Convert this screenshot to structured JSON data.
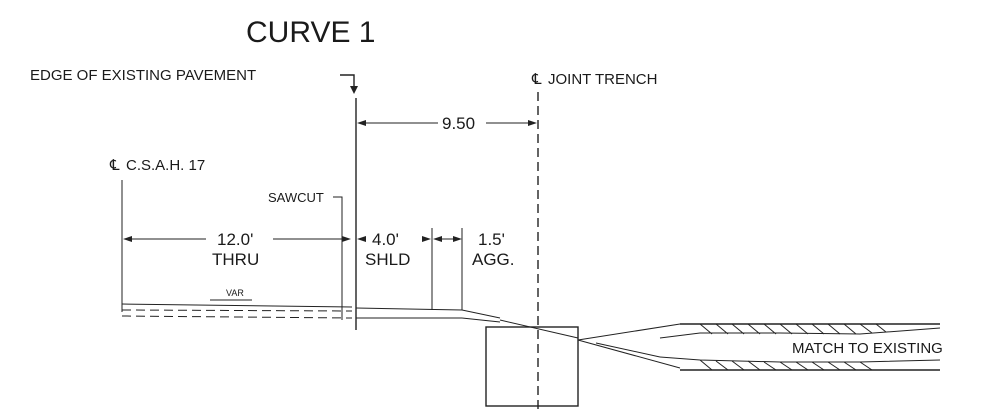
{
  "title": "CURVE 1",
  "labels": {
    "edge_of_pavement": "EDGE OF EXISTING PAVEMENT",
    "joint_trench": "JOINT TRENCH",
    "csah": "C.S.A.H. 17",
    "sawcut": "SAWCUT",
    "var": "VAR",
    "match_existing": "MATCH TO EXISTING"
  },
  "centerline_symbol": "℄",
  "dimensions": {
    "overall": "9.50",
    "thru_width": "12.0'",
    "thru_label": "THRU",
    "shoulder_width": "4.0'",
    "shoulder_label": "SHLD",
    "agg_width": "1.5'",
    "agg_label": "AGG."
  }
}
